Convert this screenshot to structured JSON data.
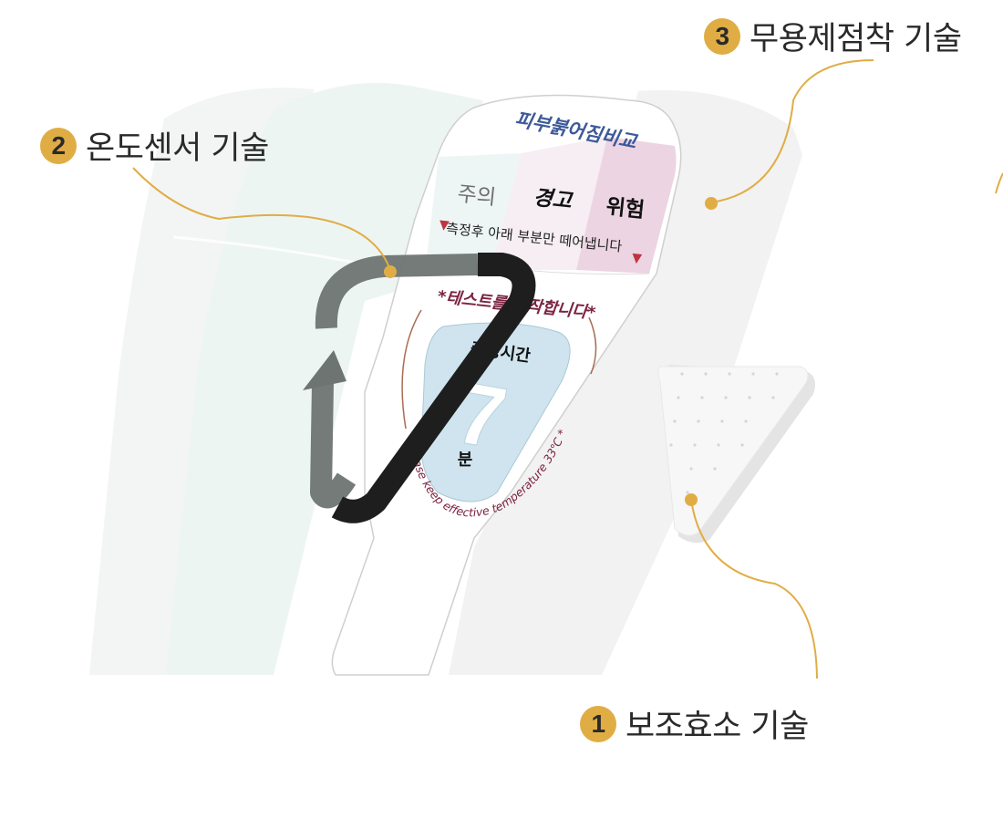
{
  "colors": {
    "accent": "#e0ad45",
    "title_blue": "#3d5a99",
    "maroon": "#7b2440",
    "danger_red": "#c0343f",
    "arrow_gray": "#6e7472",
    "arrow_black": "#1e1e1e"
  },
  "callouts": [
    {
      "number": "1",
      "text": "보조효소 기술"
    },
    {
      "number": "2",
      "text": "온도센서 기술"
    },
    {
      "number": "3",
      "text": "무용제점착 기술"
    }
  ],
  "patch": {
    "title": "피부붉어짐비교",
    "levels": [
      "주의",
      "경고",
      "위험"
    ],
    "instruction_left_mark": "▼",
    "instruction": "측정후 아래 부분만 떼어냅니다",
    "instruction_right_mark": "▼",
    "start_text": "*테스트를 시작합니다*",
    "time_label_top": "측정시간",
    "time_value": "7",
    "time_unit": "분",
    "temp_note": "* Please keep effective temperature 33℃ *"
  },
  "icons": [
    "cycle-arrow-icon"
  ]
}
